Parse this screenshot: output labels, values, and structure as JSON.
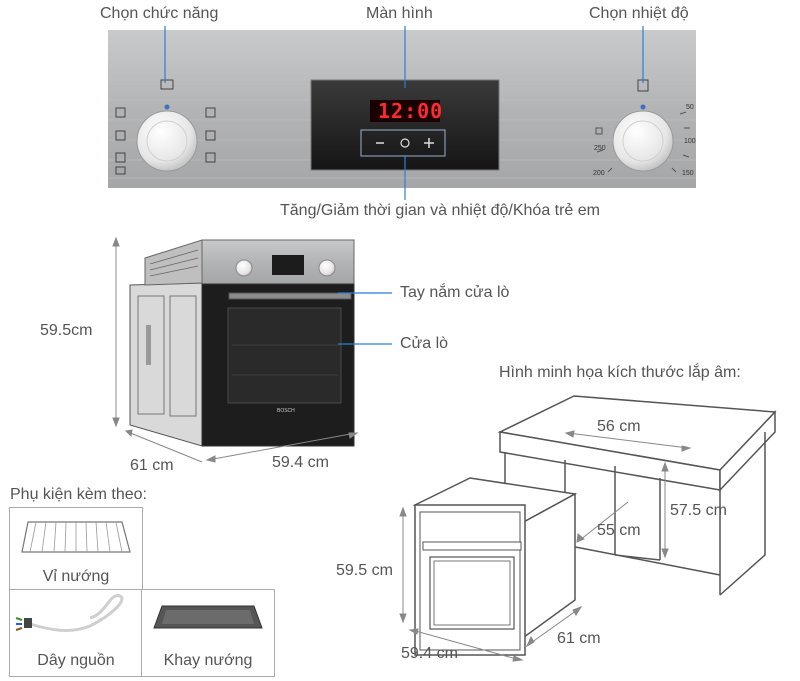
{
  "control_panel": {
    "function_label": "Chọn chức năng",
    "display_label": "Màn hình",
    "temp_label": "Chọn nhiệt độ",
    "touch_label": "Tăng/Giảm thời gian và nhiệt độ/",
    "child_lock_label": "Khóa trẻ em",
    "clock_text": "12:00",
    "temp_ticks": [
      "50",
      "100",
      "150",
      "200",
      "250"
    ]
  },
  "oven": {
    "height": "59.5cm",
    "depth": "61 cm",
    "width": "59.4 cm",
    "handle_label": "Tay nắm cửa lò",
    "door_label": "Cửa lò",
    "brand": "BOSCH"
  },
  "installation": {
    "title": "Hình minh họa kích thước lắp âm:",
    "cab_width": "56 cm",
    "cab_height": "57.5 cm",
    "cab_depth": "55 cm",
    "oven_height": "59.5 cm",
    "oven_width": "59.4 cm",
    "oven_depth": "61 cm"
  },
  "accessories": {
    "title": "Phụ kiện kèm theo:",
    "items": [
      {
        "label": "Vỉ nướng",
        "icon": "wire-rack-icon"
      },
      {
        "label": "Dây nguồn",
        "icon": "power-cord-icon"
      },
      {
        "label": "Khay nướng",
        "icon": "baking-tray-icon"
      }
    ]
  },
  "colors": {
    "text": "#555555",
    "accent_line": "#2b7fd6",
    "stainless": "#b9babb",
    "display_red": "#ff2b2b"
  }
}
